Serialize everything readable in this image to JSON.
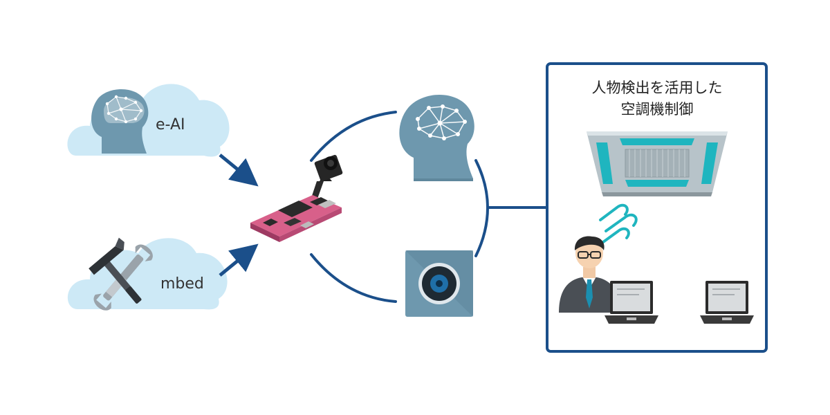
{
  "diagram": {
    "clouds": {
      "eai_label": "e-AI",
      "mbed_label": "mbed"
    },
    "panel": {
      "title_line1": "人物検出を活用した",
      "title_line2": "空調機制御"
    }
  },
  "colors": {
    "accent_blue": "#1b4f8a",
    "cloud_fill": "#cde9f6",
    "head_fill": "#6e98ae",
    "board_pink": "#d8608a",
    "teal": "#1fb5bf"
  },
  "icons": [
    "brain-head-icon",
    "wrench-hammer-icon",
    "camera-module-icon",
    "ac-unit-icon",
    "airflow-icon",
    "person-icon",
    "laptop-icon"
  ]
}
